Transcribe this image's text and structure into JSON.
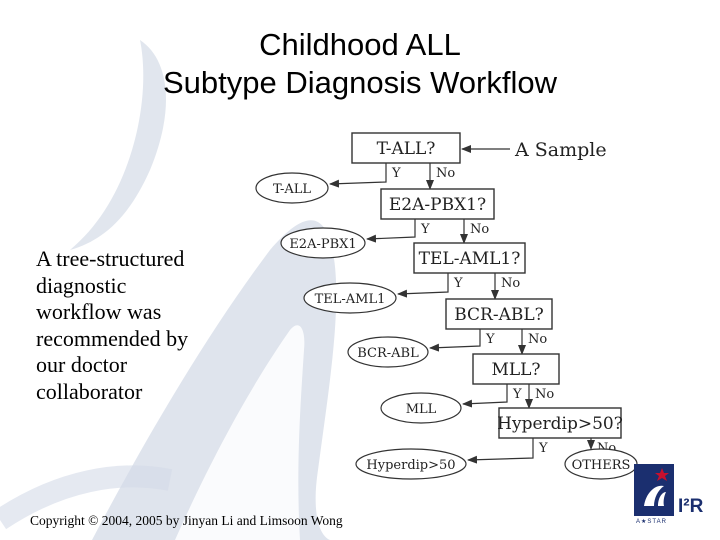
{
  "title": {
    "line1": "Childhood ALL",
    "line2": "Subtype Diagnosis Workflow"
  },
  "side_text": [
    "A tree-structured",
    "diagnostic",
    "workflow was",
    "recommended by",
    "our doctor",
    "collaborator"
  ],
  "copyright": "Copyright © 2004, 2005 by Jinyan Li and Limsoon Wong",
  "diagram": {
    "input_label": "A Sample",
    "decisions": [
      {
        "question": "T-ALL?",
        "yes": "Y",
        "no": "No",
        "result": "T-ALL"
      },
      {
        "question": "E2A-PBX1?",
        "yes": "Y",
        "no": "No",
        "result": "E2A-PBX1"
      },
      {
        "question": "TEL-AML1?",
        "yes": "Y",
        "no": "No",
        "result": "TEL-AML1"
      },
      {
        "question": "BCR-ABL?",
        "yes": "Y",
        "no": "No",
        "result": "BCR-ABL"
      },
      {
        "question": "MLL?",
        "yes": "Y",
        "no": "No",
        "result": "MLL"
      },
      {
        "question": "Hyperdip>50?",
        "yes": "Y",
        "no": "No",
        "result": "Hyperdip>50"
      }
    ],
    "final_label": "OTHERS"
  },
  "logo": {
    "org_mark": "I²R",
    "org_sub": "A★STAR",
    "color": "#1b2f6f",
    "accent": "#c8102e"
  },
  "colors": {
    "watermark": "#c5d0e0",
    "diagram_stroke": "#333333"
  }
}
